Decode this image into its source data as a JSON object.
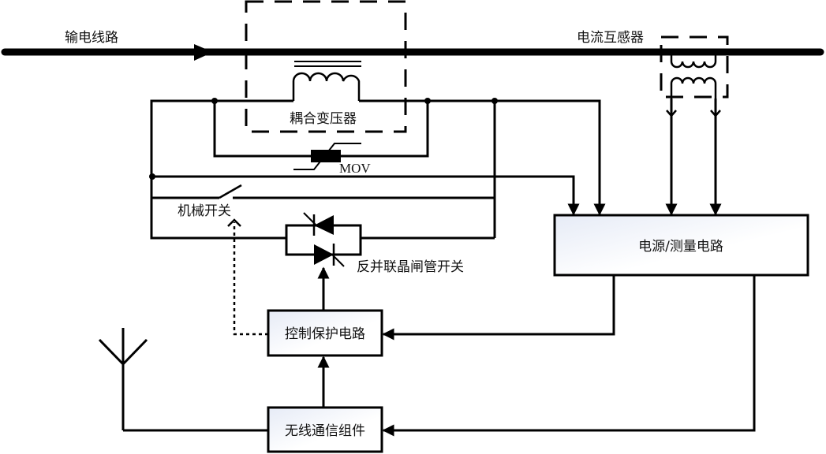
{
  "diagram": {
    "title": "输电线路取能及控制系统示意图",
    "labels": {
      "transmission_line": "输电线路",
      "current_transformer": "电流互感器",
      "coupling_transformer": "耦合变压器",
      "mov": "MOV",
      "mechanical_switch": "机械开关",
      "thyristor_switch": "反并联晶闸管开关"
    },
    "blocks": {
      "power_measure": "电源/测量电路",
      "control_protect": "控制保护电路",
      "wireless_comm": "无线通信组件"
    },
    "colors": {
      "line": "#000000",
      "box_fill_start": "#e8edf7",
      "box_fill_end": "#ffffff",
      "text": "#111111"
    }
  }
}
